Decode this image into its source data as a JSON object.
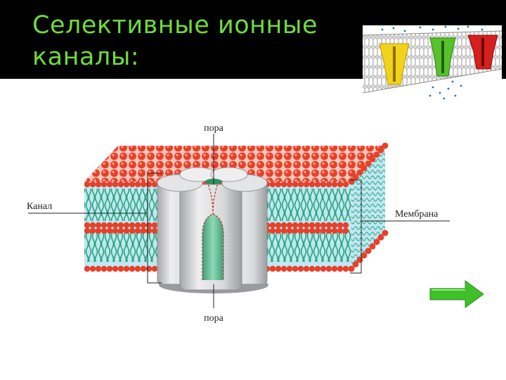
{
  "slide": {
    "title_line1": "Селективные ионные",
    "title_line2": "каналы:"
  },
  "diagram": {
    "label_pore_top": "пора",
    "label_pore_bottom": "пора",
    "label_channel": "Канал",
    "label_membrane": "Мембрана"
  },
  "colors": {
    "title": "#6fdc3a",
    "header_bg": "#000000",
    "lipid_head": "#e8402a",
    "lipid_tail": "#2aa37a",
    "membrane_core": "#bfe8f2",
    "channel": "#c8c9cb",
    "pore": "#5fbf95",
    "next_arrow": "#3fbf2a"
  },
  "icons": {
    "next": "right-arrow-icon"
  }
}
